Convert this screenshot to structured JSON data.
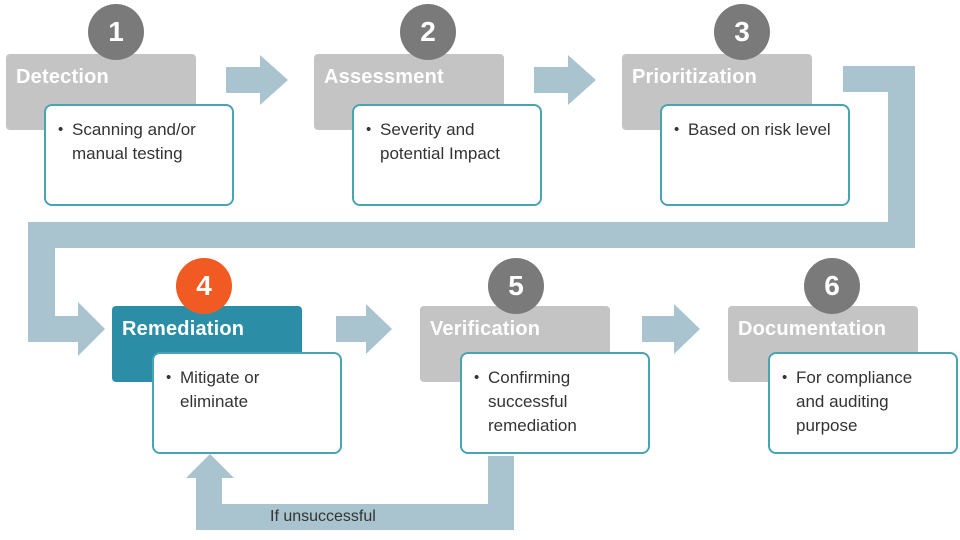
{
  "steps": [
    {
      "number": "1",
      "title": "Detection",
      "description": "Scanning and/or manual testing",
      "active": false
    },
    {
      "number": "2",
      "title": "Assessment",
      "description": "Severity and potential Impact",
      "active": false
    },
    {
      "number": "3",
      "title": "Prioritization",
      "description": "Based on risk level",
      "active": false
    },
    {
      "number": "4",
      "title": "Remediation",
      "description": "Mitigate or eliminate",
      "active": true
    },
    {
      "number": "5",
      "title": "Verification",
      "description": "Confirming successful remediation",
      "active": false
    },
    {
      "number": "6",
      "title": "Documentation",
      "description": "For compliance and auditing purpose",
      "active": false
    }
  ],
  "loop": {
    "label": "If unsuccessful"
  },
  "colors": {
    "arrow": "#a9c4cf",
    "header_inactive": "#c4c4c4",
    "header_active": "#2b8ea6",
    "number_inactive": "#7a7a7a",
    "number_active": "#f15a22",
    "desc_border": "#4aa3b5"
  }
}
